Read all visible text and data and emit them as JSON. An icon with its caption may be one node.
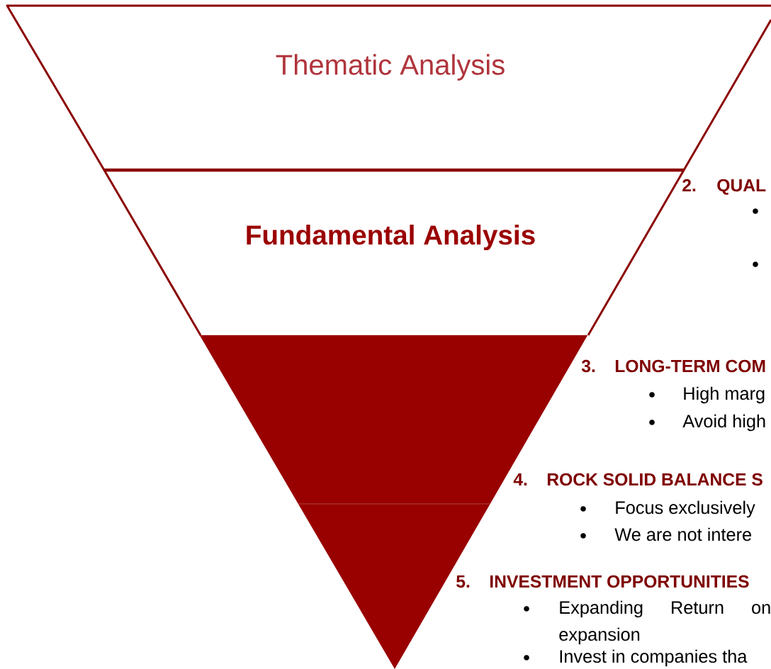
{
  "diagram": {
    "nodes": [
      {
        "text": [
          "Thematic Analysis"
        ]
      },
      {
        "text": [
          "Fundamental Analysis"
        ]
      },
      {
        "text": [],
        "shape": "trapezoid"
      },
      {
        "text": [],
        "shape": "triangle"
      }
    ],
    "labels": [
      "2.",
      "QUAL",
      "3.",
      "LONG-TERM COM",
      "High marg",
      "Avoid high",
      "4.",
      "ROCK SOLID BALANCE S",
      "Focus exclusively",
      "We are not intere",
      "5.",
      "INVESTMENT OPPORTUNITIES",
      "Expanding Return on expansion",
      "Invest in companies tha"
    ]
  }
}
